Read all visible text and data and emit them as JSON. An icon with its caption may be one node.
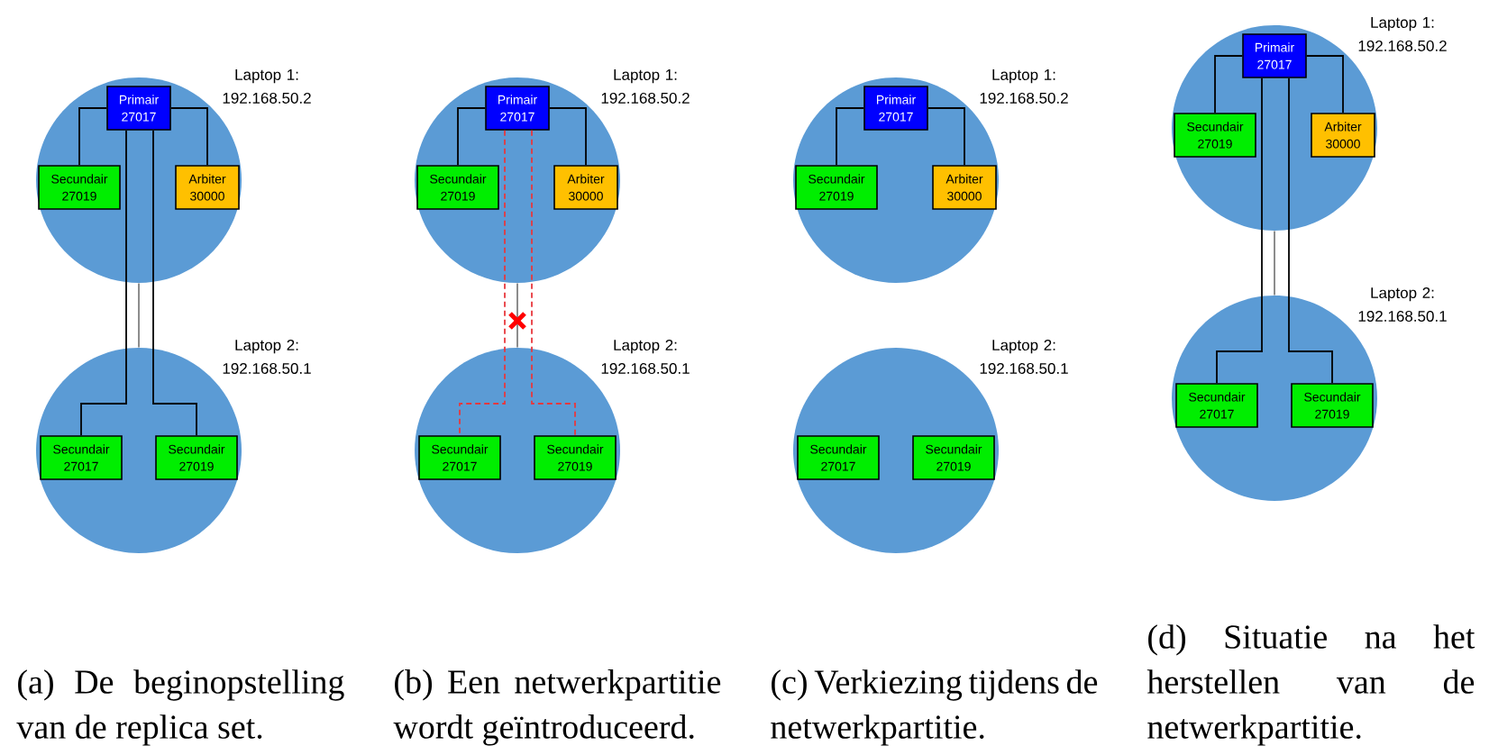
{
  "diagram": {
    "nodes": [
      {
        "text": [],
        "shape": "circle",
        "beside": [
          "Laptop 1: 192.168.50.2"
        ]
      },
      {
        "text": [
          "Primair 27017"
        ],
        "in": 0
      },
      {
        "text": [
          "Secundair 27019"
        ],
        "in": 0
      },
      {
        "text": [
          "Arbiter 30000"
        ],
        "in": 0
      },
      {
        "text": [],
        "shape": "circle",
        "beside": [
          "Laptop 2: 192.168.50.1"
        ]
      },
      {
        "text": [
          "Secundair 27017"
        ],
        "in": 4
      },
      {
        "text": [
          "Secundair 27019"
        ],
        "in": 4
      },
      {
        "text": [],
        "shape": "circle",
        "beside": [
          "Laptop 1: 192.168.50.2"
        ]
      },
      {
        "text": [
          "Primair 27017"
        ],
        "in": 7
      },
      {
        "text": [
          "Secundair 27019"
        ],
        "in": 7
      },
      {
        "text": [
          "Arbiter 30000"
        ],
        "in": 7
      },
      {
        "text": [],
        "shape": "circle",
        "beside": [
          "Laptop 2: 192.168.50.1"
        ]
      },
      {
        "text": [
          "Secundair 27017"
        ],
        "in": 11
      },
      {
        "text": [
          "Secundair 27019"
        ],
        "in": 11
      },
      {
        "text": [],
        "shape": "circle",
        "beside": [
          "Laptop 1: 192.168.50.2"
        ]
      },
      {
        "text": [
          "Primair 27017"
        ],
        "in": 14
      },
      {
        "text": [
          "Secundair 27019"
        ],
        "in": 14
      },
      {
        "text": [
          "Arbiter 30000"
        ],
        "in": 14
      },
      {
        "text": [],
        "shape": "circle",
        "beside": [
          "Laptop 2: 192.168.50.1"
        ]
      },
      {
        "text": [
          "Secundair 27017"
        ],
        "in": 18
      },
      {
        "text": [
          "Secundair 27019"
        ],
        "in": 18
      },
      {
        "text": [],
        "shape": "circle",
        "beside": [
          "Laptop 1: 192.168.50.2"
        ]
      },
      {
        "text": [
          "Primair 27017"
        ],
        "in": 21
      },
      {
        "text": [
          "Secundair 27019"
        ],
        "in": 21
      },
      {
        "text": [
          "Arbiter 30000"
        ],
        "in": 21
      },
      {
        "text": [],
        "shape": "circle",
        "beside": [
          "Laptop 2: 192.168.50.1"
        ]
      },
      {
        "text": [
          "Secundair 27017"
        ],
        "in": 25
      },
      {
        "text": [
          "Secundair 27019"
        ],
        "in": 25
      }
    ],
    "edges": [
      {
        "from": 1,
        "to": 2,
        "arrow": "none"
      },
      {
        "from": 1,
        "to": 3,
        "arrow": "none"
      },
      {
        "from": 1,
        "to": 5,
        "arrow": "none"
      },
      {
        "from": 1,
        "to": 6,
        "arrow": "none"
      },
      {
        "from": 0,
        "to": 4,
        "arrow": "none",
        "color": "#808080"
      },
      {
        "from": 8,
        "to": 9,
        "arrow": "none"
      },
      {
        "from": 8,
        "to": 10,
        "arrow": "none"
      },
      {
        "from": 8,
        "to": 12,
        "arrow": "none",
        "style": "dashed",
        "color": "#e8383d"
      },
      {
        "from": 8,
        "to": 13,
        "arrow": "none",
        "style": "dashed",
        "color": "#e8383d"
      },
      {
        "from": 7,
        "to": 11,
        "arrow": "none",
        "color": "#808080"
      },
      {
        "from": 15,
        "to": 16,
        "arrow": "none"
      },
      {
        "from": 15,
        "to": 17,
        "arrow": "none"
      },
      {
        "from": 22,
        "to": 23,
        "arrow": "none"
      },
      {
        "from": 22,
        "to": 24,
        "arrow": "none"
      },
      {
        "from": 22,
        "to": 26,
        "arrow": "none"
      },
      {
        "from": 22,
        "to": 27,
        "arrow": "none"
      },
      {
        "from": 21,
        "to": 25,
        "arrow": "none",
        "color": "#808080"
      }
    ],
    "labels": [
      "(a) De beginopstelling van de replica set.",
      "(b) Een netwerkpartitie wordt geïntroduceerd.",
      "(c) Verkiezing tijdens de netwerkpartitie.",
      "(d) Situatie na het herstellen van de netwerkpartitie."
    ]
  }
}
